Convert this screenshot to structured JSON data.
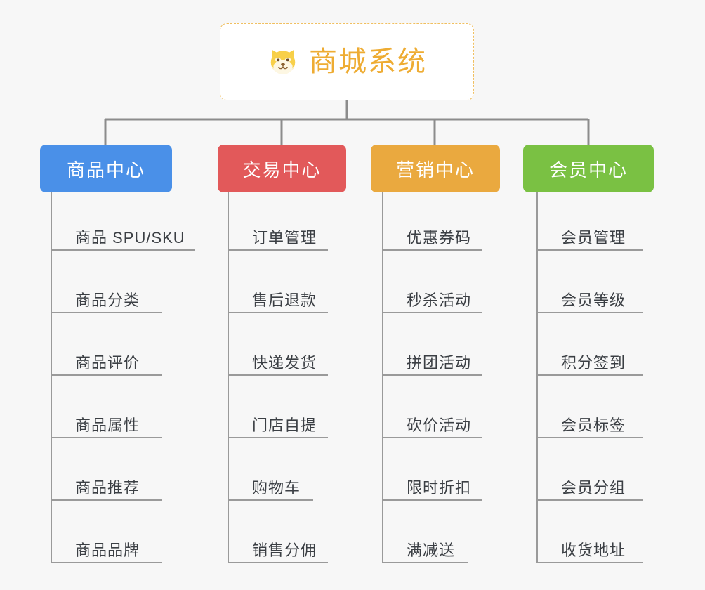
{
  "diagram": {
    "type": "mindmap",
    "background_color": "#f7f7f7",
    "connector_color": "#8c8c8c",
    "leaf_underline_color": "#9a9a9a",
    "leaf_text_color": "#3b3f44",
    "root": {
      "title": "商城系统",
      "icon": "shiba-dog-face-icon",
      "text_color": "#eeac33",
      "border_color": "#f0bf5f",
      "background_color": "#ffffff"
    },
    "branches": [
      {
        "label": "商品中心",
        "color": "#4a90e8",
        "items": [
          "商品 SPU/SKU",
          "商品分类",
          "商品评价",
          "商品属性",
          "商品推荐",
          "商品品牌"
        ]
      },
      {
        "label": "交易中心",
        "color": "#e2595a",
        "items": [
          "订单管理",
          "售后退款",
          "快递发货",
          "门店自提",
          "购物车",
          "销售分佣"
        ]
      },
      {
        "label": "营销中心",
        "color": "#eaa93f",
        "items": [
          "优惠券码",
          "秒杀活动",
          "拼团活动",
          "砍价活动",
          "限时折扣",
          "满减送"
        ]
      },
      {
        "label": "会员中心",
        "color": "#7ac143",
        "items": [
          "会员管理",
          "会员等级",
          "积分签到",
          "会员标签",
          "会员分组",
          "收货地址"
        ]
      }
    ]
  }
}
